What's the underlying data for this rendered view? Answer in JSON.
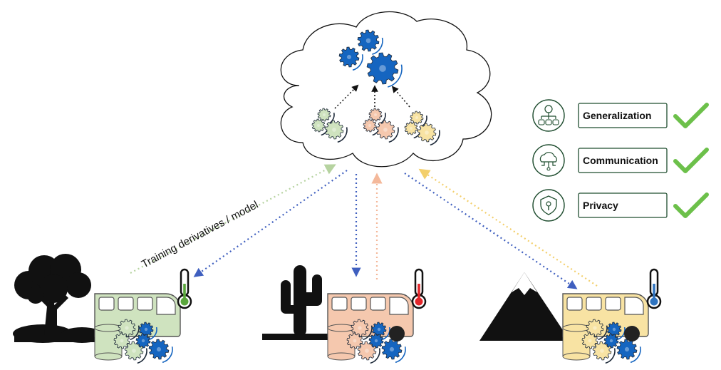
{
  "arrow_label": "Training derivatives / model",
  "benefits": [
    {
      "label": "Generalization",
      "icon": "network-database-icon"
    },
    {
      "label": "Communication",
      "icon": "cloud-network-icon"
    },
    {
      "label": "Privacy",
      "icon": "shield-lock-icon"
    }
  ],
  "clients": [
    {
      "environment": "tree-icon",
      "color": "#cfe3bf",
      "thermo": "#5aa63c"
    },
    {
      "environment": "cactus-icon",
      "color": "#f5c8ae",
      "thermo": "#e3262a"
    },
    {
      "environment": "mountain-icon",
      "color": "#f8e3a3",
      "thermo": "#2f74c0"
    }
  ],
  "colors": {
    "global_gear": "#1565c0",
    "check": "#6cc04a",
    "outline": "#1f4d2f",
    "green_arrow": "#b6d3a0",
    "orange_arrow": "#f4b89a",
    "yellow_arrow": "#f3cf6b",
    "blue_arrow": "#4060c0"
  }
}
